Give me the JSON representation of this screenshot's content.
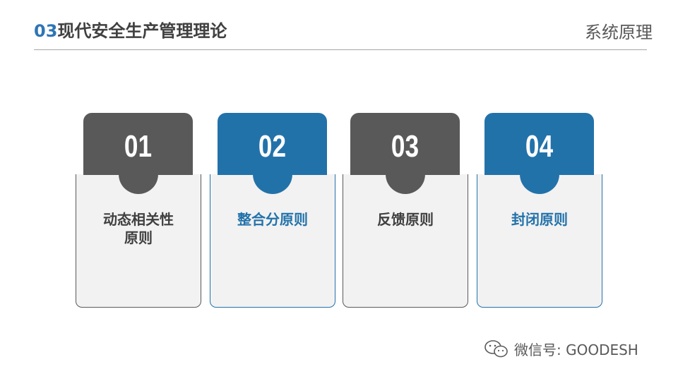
{
  "header": {
    "title_number": "03",
    "title_text": "现代安全生产管理理论",
    "section": "系统原理"
  },
  "cards": [
    {
      "number": "01",
      "label": "动态相关性原则",
      "color": "#595959"
    },
    {
      "number": "02",
      "label": "整合分原则",
      "color": "#2272AA"
    },
    {
      "number": "03",
      "label": "反馈原则",
      "color": "#595959"
    },
    {
      "number": "04",
      "label": "封闭原则",
      "color": "#2272AA"
    }
  ],
  "footer": {
    "text": "微信号: GOODESH",
    "icon": "wechat-icon"
  }
}
